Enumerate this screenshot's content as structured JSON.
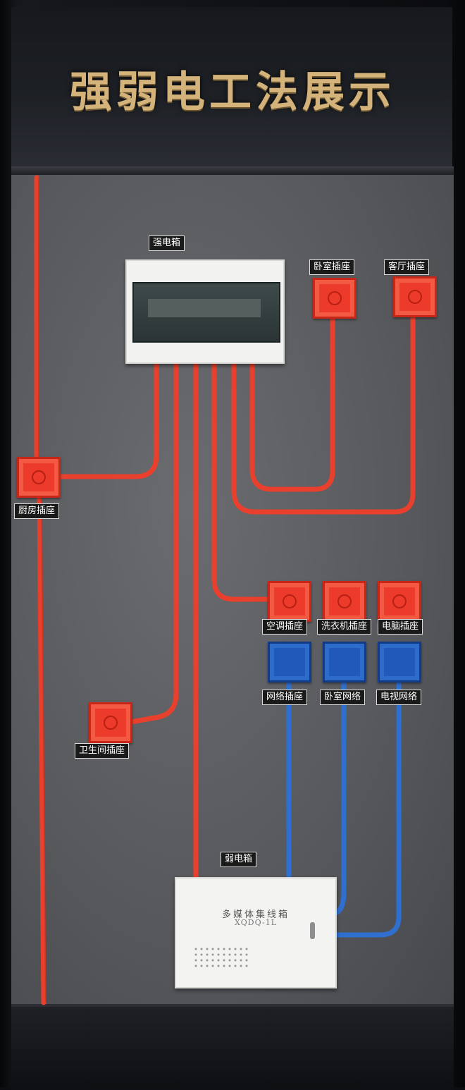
{
  "title": "强弱电工法展示",
  "panels": {
    "strong_box_label": "强电箱",
    "weak_box_label": "弱电箱",
    "weak_box_name": "多媒体集线箱",
    "weak_box_model": "XQDQ-1L"
  },
  "sockets": {
    "bedroom": "卧室插座",
    "living_room": "客厅插座",
    "kitchen": "厨房插座",
    "air_conditioner": "空调插座",
    "washing_machine": "洗衣机插座",
    "computer": "电脑插座",
    "network": "网络插座",
    "bedroom_network": "卧室网络",
    "tv_network": "电视网络",
    "bathroom": "卫生间插座"
  },
  "colors": {
    "power_pipe": "#e8402c",
    "data_pipe": "#2f6fd0",
    "title_gold": "#d4b37a"
  }
}
